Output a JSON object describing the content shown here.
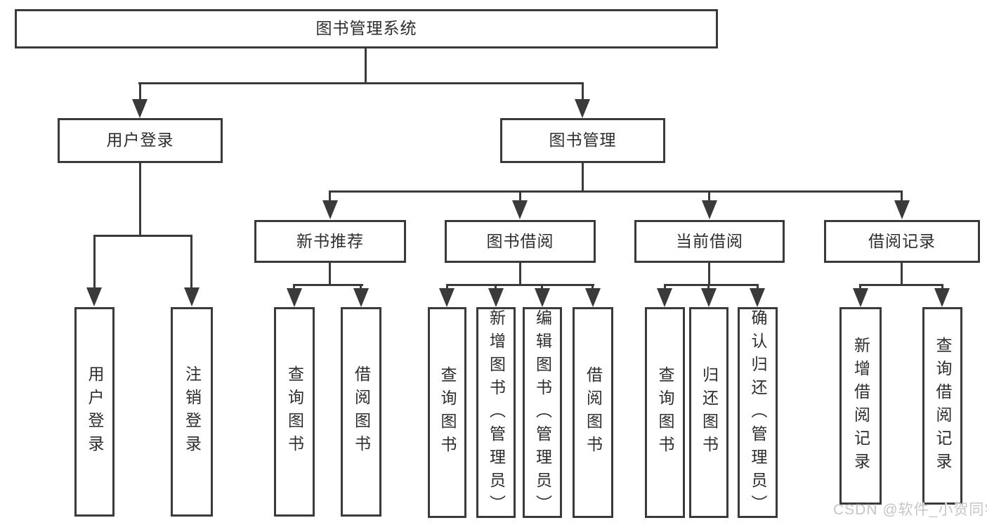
{
  "tree": {
    "root": "图书管理系统",
    "branches": {
      "user_login": {
        "label": "用户登录",
        "children": [
          "用户登录",
          "注销登录"
        ]
      },
      "book_management": {
        "label": "图书管理",
        "children": {
          "new_book_recommend": {
            "label": "新书推荐",
            "children": [
              "查询图书",
              "借阅图书"
            ]
          },
          "book_borrow": {
            "label": "图书借阅",
            "children": [
              "查询图书",
              "新增图书（管理员）",
              "编辑图书（管理员）",
              "借阅图书"
            ]
          },
          "current_borrow": {
            "label": "当前借阅",
            "children": [
              "查询图书",
              "归还图书",
              "确认归还（管理员）"
            ]
          },
          "borrow_records": {
            "label": "借阅记录",
            "children": [
              "新增借阅记录",
              "查询借阅记录"
            ]
          }
        }
      }
    }
  },
  "watermark": "CSDN @软件_小贺同学",
  "colors": {
    "line": "#3a3a3a",
    "text": "#2d2d2d",
    "watermark": "#c6c6c6",
    "background": "#ffffff"
  }
}
